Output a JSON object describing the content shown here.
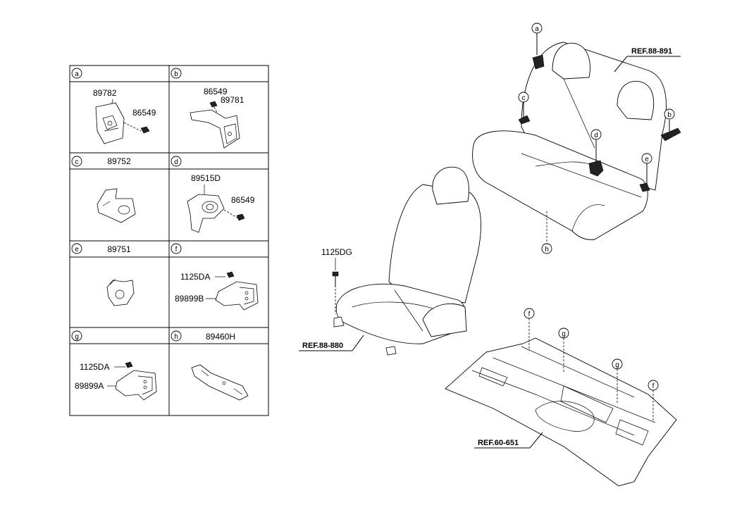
{
  "grid": {
    "cells": [
      {
        "letter": "a",
        "title": "",
        "labels": [
          "89782",
          "86549"
        ]
      },
      {
        "letter": "b",
        "title": "",
        "labels": [
          "86549",
          "89781"
        ]
      },
      {
        "letter": "c",
        "title": "89752",
        "labels": []
      },
      {
        "letter": "d",
        "title": "",
        "labels": [
          "89515D",
          "86549"
        ]
      },
      {
        "letter": "e",
        "title": "89751",
        "labels": []
      },
      {
        "letter": "f",
        "title": "",
        "labels": [
          "1125DA",
          "89899B"
        ]
      },
      {
        "letter": "g",
        "title": "",
        "labels": [
          "1125DA",
          "89899A"
        ]
      },
      {
        "letter": "h",
        "title": "89460H",
        "labels": []
      }
    ]
  },
  "main": {
    "rear_seat_ref": "REF.88-891",
    "front_seat_ref": "REF.88-880",
    "floor_ref": "REF.60-651",
    "bolt_label": "1125DG",
    "callouts": {
      "a": "a",
      "b": "b",
      "c": "c",
      "d": "d",
      "e": "e",
      "h": "h",
      "f1": "f",
      "g1": "g",
      "g2": "g",
      "f2": "f"
    }
  }
}
